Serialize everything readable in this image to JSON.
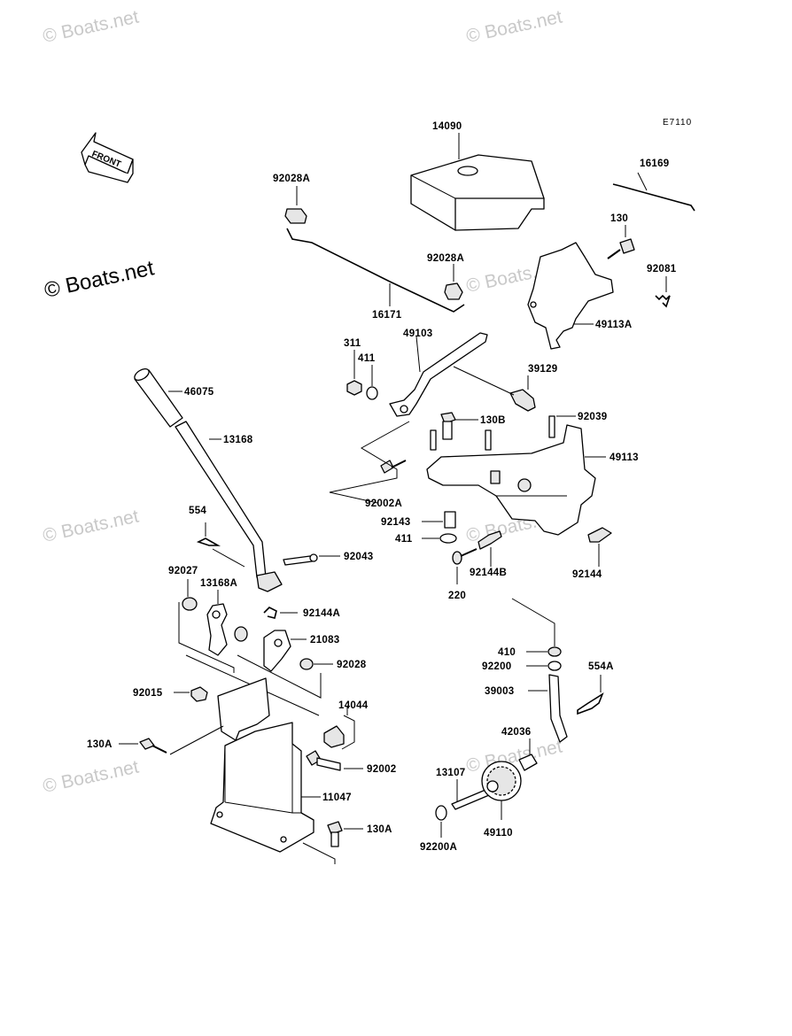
{
  "diagram": {
    "code": "E7110",
    "front_label": "FRONT"
  },
  "watermarks": {
    "text": "© Boats.net",
    "main": "© Boats.net"
  },
  "labels": {
    "p14090": "14090",
    "p16169": "16169",
    "p92028A_1": "92028A",
    "p92028A_2": "92028A",
    "p130_top": "130",
    "p92081": "92081",
    "p16171": "16171",
    "p49113A": "49113A",
    "p311": "311",
    "p411_top": "411",
    "p49103": "49103",
    "p39129": "39129",
    "p46075": "46075",
    "p130B": "130B",
    "p92039": "92039",
    "p13168": "13168",
    "p49113": "49113",
    "p92002A": "92002A",
    "p554": "554",
    "p92143": "92143",
    "p411_mid": "411",
    "p92043": "92043",
    "p92144B": "92144B",
    "p92144": "92144",
    "p92027": "92027",
    "p13168A": "13168A",
    "p220": "220",
    "p92144A": "92144A",
    "p21083": "21083",
    "p410": "410",
    "p92028": "92028",
    "p92200": "92200",
    "p554A": "554A",
    "p92015": "92015",
    "p39003": "39003",
    "p14044": "14044",
    "p130A_1": "130A",
    "p42036": "42036",
    "p92002": "92002",
    "p13107": "13107",
    "p11047": "11047",
    "p130A_2": "130A",
    "p49110": "49110",
    "p92200A": "92200A"
  }
}
